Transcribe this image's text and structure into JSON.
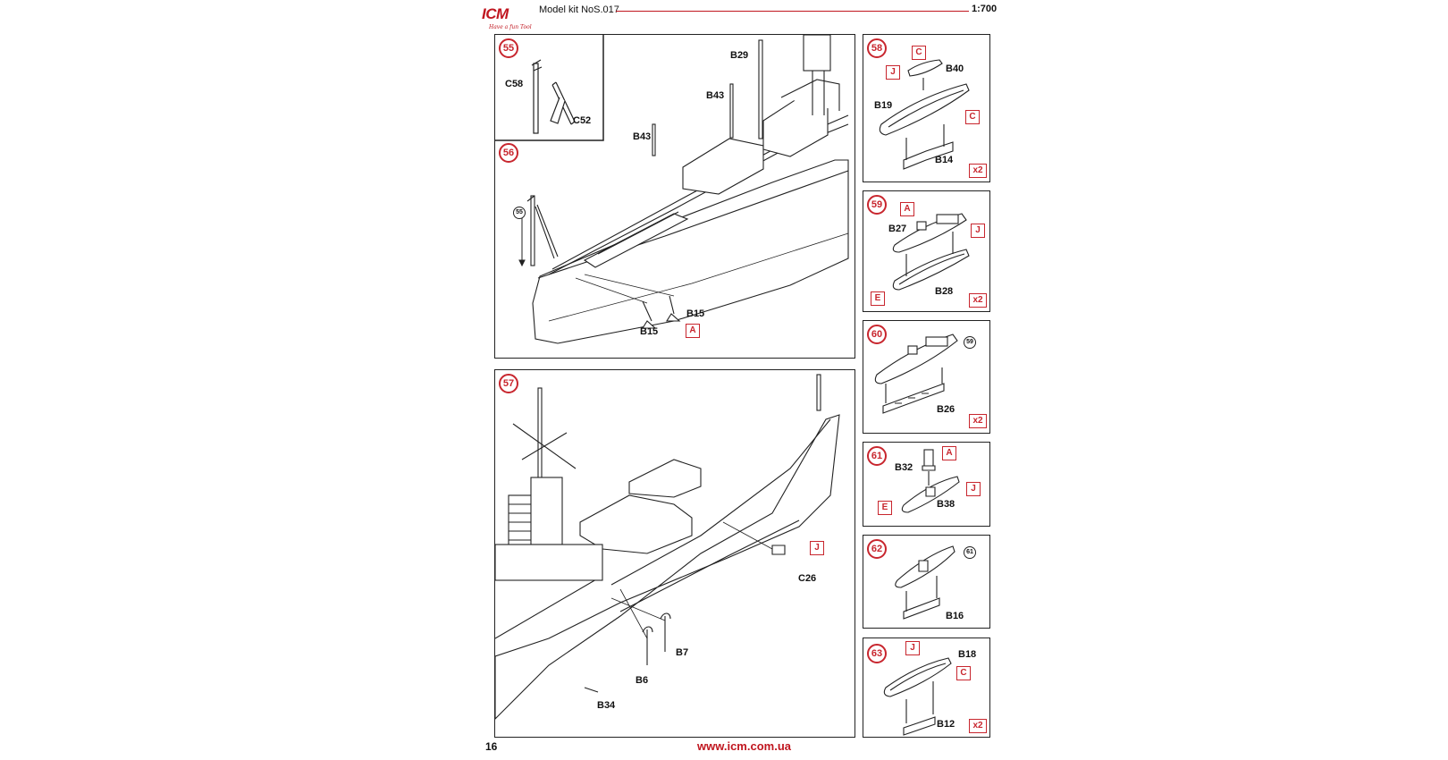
{
  "header": {
    "brand": "ICM",
    "tagline": "Have a fun Tool",
    "kit_title": "Model kit NoS.017",
    "scale": "1:700"
  },
  "footer": {
    "page_number": "16",
    "url": "www.icm.com.ua"
  },
  "colors": {
    "accent": "#c8262e",
    "line": "#222222"
  },
  "steps": {
    "s55": {
      "number": "55",
      "parts": {
        "c58": "C58",
        "c52": "C52"
      }
    },
    "s56": {
      "number": "56",
      "ref": "55",
      "parts": {
        "b29": "B29",
        "b43a": "B43",
        "b43b": "B43",
        "b15a": "B15",
        "b15b": "B15"
      },
      "color": "A"
    },
    "s57": {
      "number": "57",
      "parts": {
        "c26": "C26",
        "b7": "B7",
        "b6": "B6",
        "b34": "B34"
      },
      "color": "J"
    },
    "s58": {
      "number": "58",
      "parts": {
        "b40": "B40",
        "b19": "B19",
        "b14": "B14"
      },
      "colors": {
        "c1": "C",
        "j": "J",
        "c2": "C"
      },
      "qty": "x2"
    },
    "s59": {
      "number": "59",
      "parts": {
        "b27": "B27",
        "b28": "B28"
      },
      "colors": {
        "a": "A",
        "j": "J",
        "e": "E"
      },
      "qty": "x2"
    },
    "s60": {
      "number": "60",
      "ref": "59",
      "parts": {
        "b26": "B26"
      },
      "qty": "x2"
    },
    "s61": {
      "number": "61",
      "parts": {
        "b32": "B32",
        "b38": "B38"
      },
      "colors": {
        "a": "A",
        "j": "J",
        "e": "E"
      }
    },
    "s62": {
      "number": "62",
      "ref": "61",
      "parts": {
        "b16": "B16"
      }
    },
    "s63": {
      "number": "63",
      "parts": {
        "b18": "B18",
        "b12": "B12"
      },
      "colors": {
        "j": "J",
        "c": "C"
      },
      "qty": "x2"
    }
  }
}
